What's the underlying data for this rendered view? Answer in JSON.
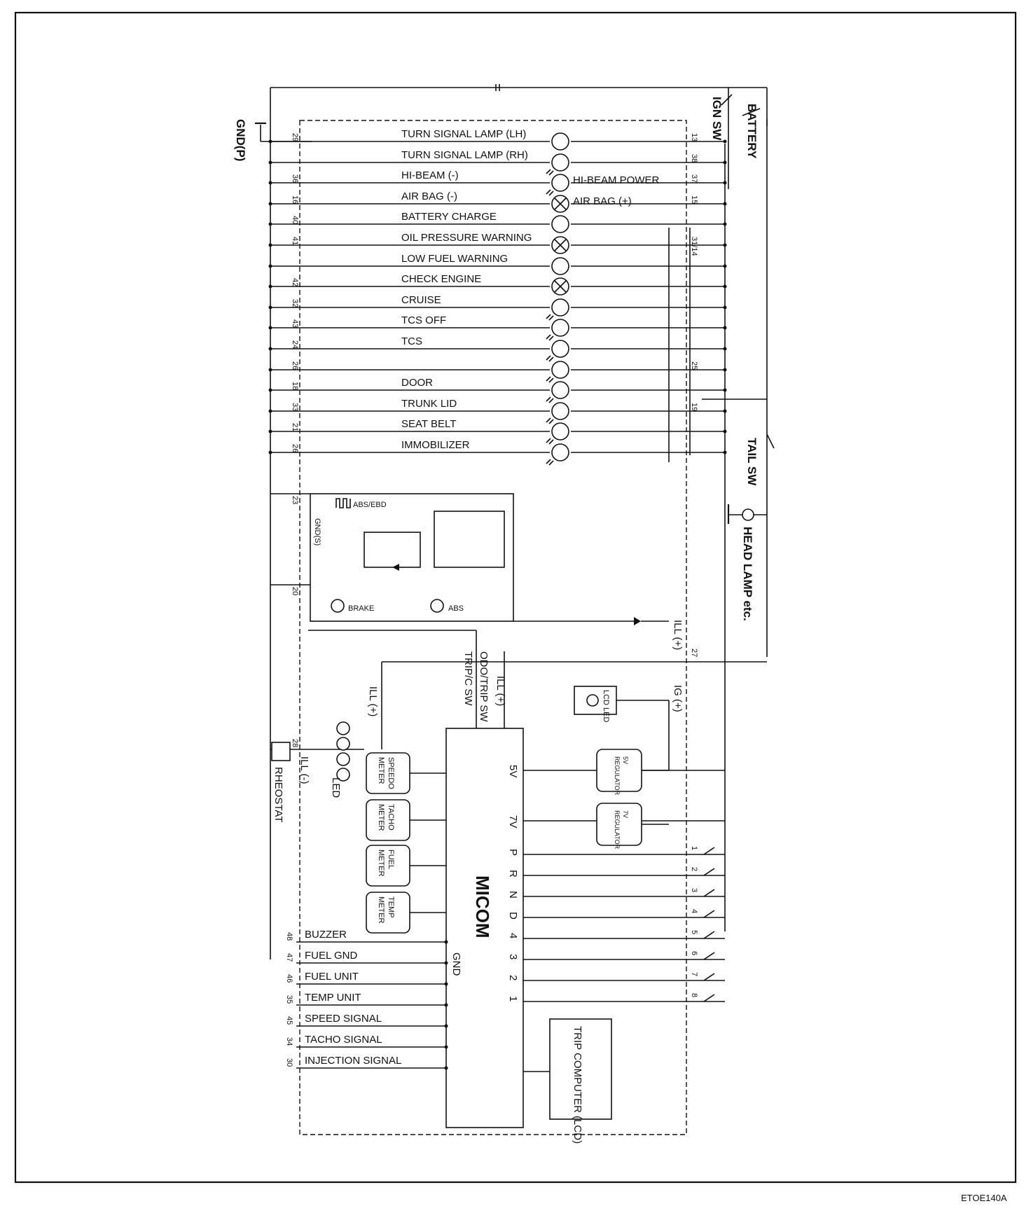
{
  "figure_code": "ETOE140A",
  "external": {
    "battery": "BATTERY",
    "ign_sw": "IGN SW",
    "tail_sw": "TAIL SW",
    "head_lamp": "HEAD LAMP etc.",
    "gnd_p": "GND(P)"
  },
  "indicators": [
    {
      "label": "TURN SIGNAL LAMP (LH)",
      "left_pin": "29",
      "right_pin": "13",
      "symbol": "plain-lamp"
    },
    {
      "label": "TURN SIGNAL LAMP (RH)",
      "left_pin": "",
      "right_pin": "38",
      "symbol": "led-lamp"
    },
    {
      "label": "HI-BEAM (-)",
      "left_pin": "36",
      "right_pin": "37",
      "symbol": "led-lamp"
    },
    {
      "label": "AIR BAG (-)",
      "left_pin": "16",
      "right_pin": "15",
      "symbol": "cross-lamp"
    },
    {
      "label": "BATTERY CHARGE",
      "left_pin": "40",
      "right_pin": "",
      "symbol": "plain-lamp"
    },
    {
      "label": "OIL PRESSURE WARNING",
      "left_pin": "41",
      "right_pin": "31/14",
      "symbol": "cross-lamp"
    },
    {
      "label": "LOW FUEL WARNING",
      "left_pin": "",
      "right_pin": "",
      "symbol": "plain-lamp"
    },
    {
      "label": "CHECK ENGINE",
      "left_pin": "42",
      "right_pin": "",
      "symbol": "cross-lamp"
    },
    {
      "label": "CRUISE",
      "left_pin": "32",
      "right_pin": "",
      "symbol": "led-lamp"
    },
    {
      "label": "TCS OFF",
      "left_pin": "43",
      "right_pin": "",
      "symbol": "led-lamp"
    },
    {
      "label": "TCS",
      "left_pin": "24",
      "right_pin": "",
      "symbol": "led-lamp"
    },
    {
      "label": "",
      "left_pin": "26",
      "right_pin": "25",
      "symbol": "led-lamp"
    },
    {
      "label": "DOOR",
      "left_pin": "18",
      "right_pin": "",
      "symbol": "led-lamp"
    },
    {
      "label": "TRUNK LID",
      "left_pin": "33",
      "right_pin": "19",
      "symbol": "led-lamp"
    },
    {
      "label": "SEAT BELT",
      "left_pin": "21",
      "right_pin": "",
      "symbol": "led-lamp"
    },
    {
      "label": "IMMOBILIZER",
      "left_pin": "26",
      "right_pin": "",
      "symbol": "led-lamp"
    }
  ],
  "side_labels": {
    "hi_beam_power": "HI-BEAM POWER",
    "air_bag_plus": "AIR BAG (+)"
  },
  "brake_abs": {
    "pulse_label": "ABS/EBD",
    "gnd_s": "GND(S)",
    "brake": "BRAKE",
    "abs": "ABS",
    "pin_23": "23",
    "pin_20": "20"
  },
  "illumination": {
    "ill_plus_right": "ILL (+)",
    "ill_plus_left": "ILL (+)",
    "ill_minus": "ILL (-)",
    "ill_plus_micom": "ILL (+)",
    "pin_27": "27",
    "pin_28": "28",
    "ig_plus": "IG (+)",
    "lcd_led": "LCD LED",
    "led": "LED",
    "rheostat": "RHEOSTAT",
    "odo_trip_sw": "ODO/TRIP SW",
    "trip_c_sw": "TRIP/C SW"
  },
  "meters": [
    "SPEEDO METER",
    "TACHO METER",
    "FUEL METER",
    "TEMP METER"
  ],
  "regulators": [
    "5V REGULATOR",
    "7V REGULATOR"
  ],
  "micom": {
    "name": "MICOM",
    "gnd": "GND",
    "inputs": [
      "5V",
      "7V",
      "P",
      "R",
      "N",
      "D",
      "4",
      "3",
      "2",
      "1"
    ],
    "trip_computer": "TRIP COMPUTER (LCD)"
  },
  "gear_pins": [
    "1",
    "2",
    "3",
    "4",
    "5",
    "6",
    "7",
    "8"
  ],
  "signals": [
    {
      "pin": "48",
      "label": "BUZZER"
    },
    {
      "pin": "47",
      "label": "FUEL GND"
    },
    {
      "pin": "46",
      "label": "FUEL UNIT"
    },
    {
      "pin": "35",
      "label": "TEMP UNIT"
    },
    {
      "pin": "45",
      "label": "SPEED SIGNAL"
    },
    {
      "pin": "34",
      "label": "TACHO SIGNAL"
    },
    {
      "pin": "30",
      "label": "INJECTION SIGNAL"
    }
  ]
}
